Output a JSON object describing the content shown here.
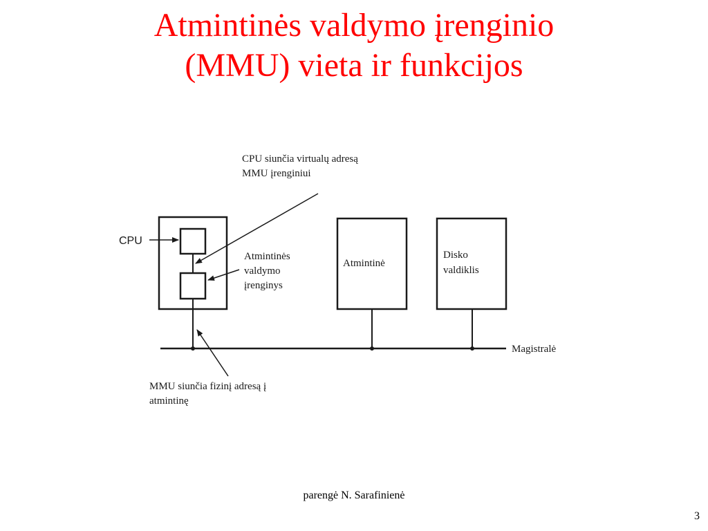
{
  "title": {
    "line1": "Atmintinės valdymo įrenginio",
    "line2": "(MMU) vieta ir funkcijos",
    "color": "#ff0000"
  },
  "diagram": {
    "cpu_label": "CPU",
    "cpu_sends_line1": "CPU siunčia virtualų adresą",
    "cpu_sends_line2": "MMU įrenginiui",
    "mmu_line1": "Atmintinės",
    "mmu_line2": "valdymo",
    "mmu_line3": "įrenginys",
    "memory_label": "Atmintinė",
    "disk_line1": "Disko",
    "disk_line2": "valdiklis",
    "bus_label": "Magistralė",
    "mmu_sends_line1": "MMU siunčia fizinį adresą į",
    "mmu_sends_line2": "atmintinę"
  },
  "footer": {
    "author": "parengė N. Sarafinienė",
    "page_number": "3"
  }
}
